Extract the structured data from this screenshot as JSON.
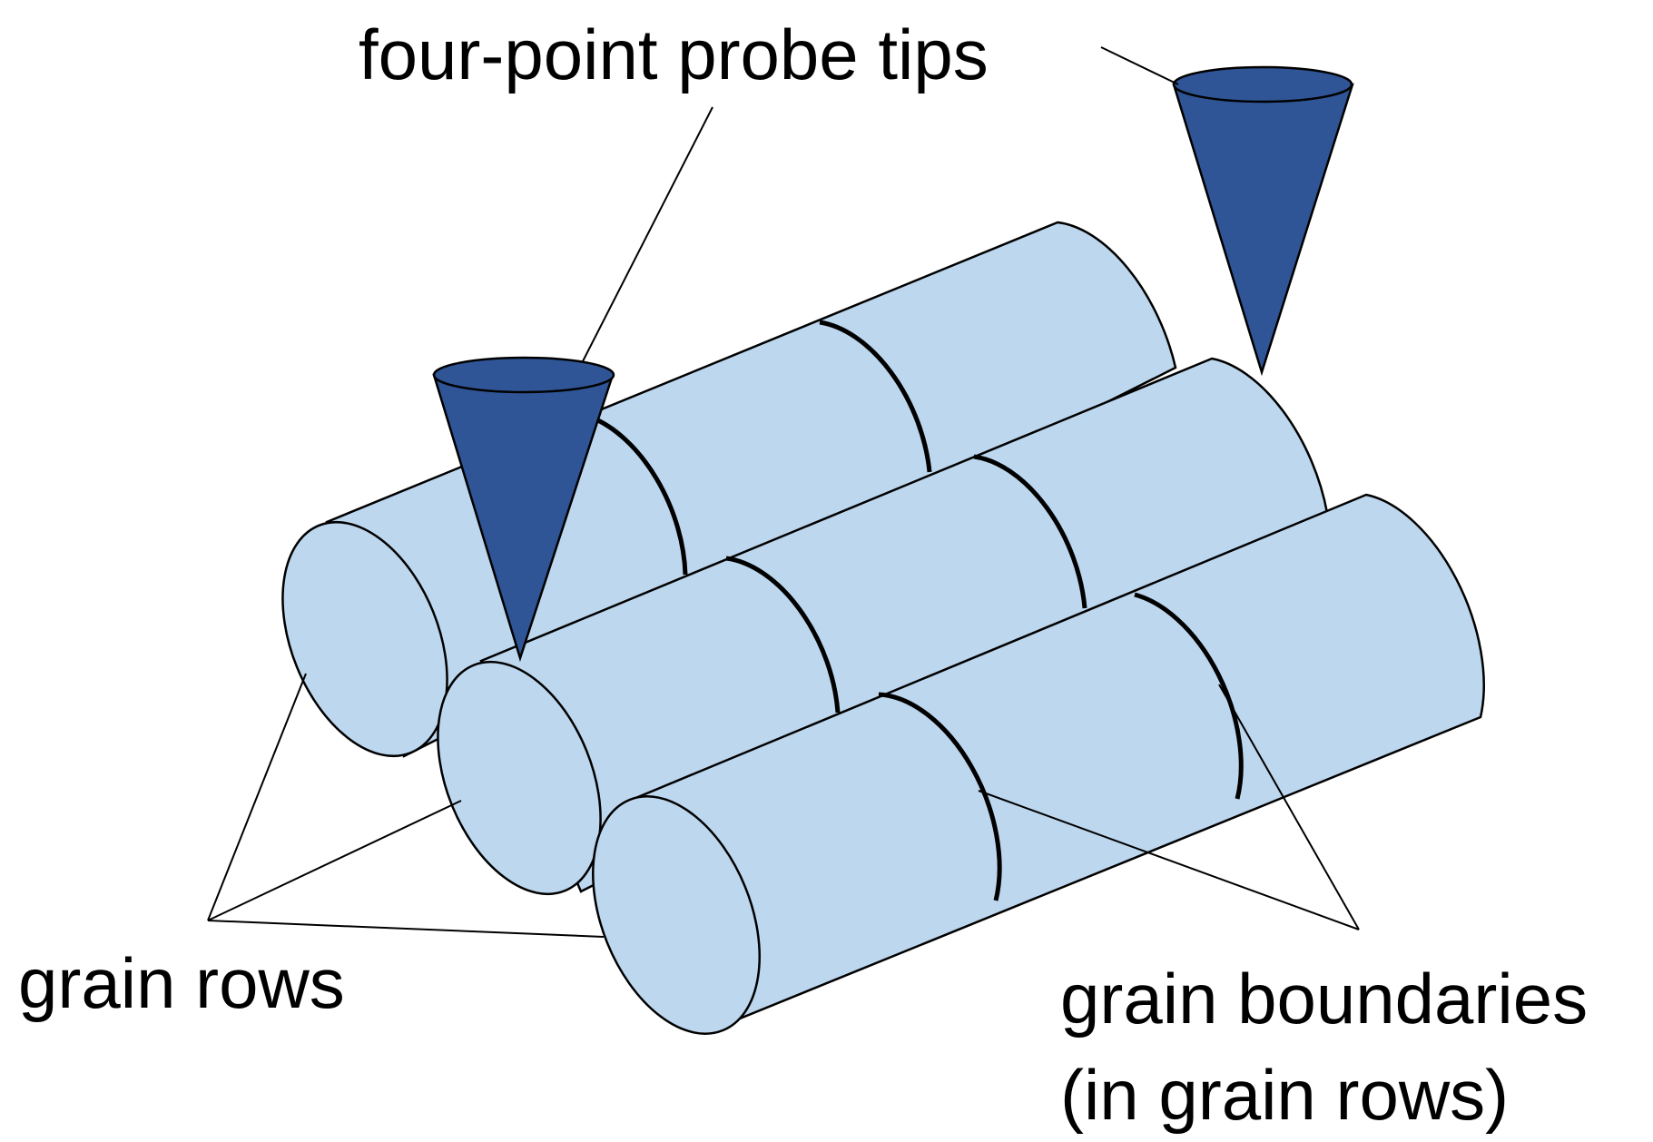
{
  "labels": {
    "probe_tips": "four-point probe tips",
    "grain_rows": "grain rows",
    "grain_boundaries_line1": "grain boundaries",
    "grain_boundaries_line2": "(in grain rows)"
  },
  "colors": {
    "grain_fill": "#bdd7ee",
    "probe_tip_fill": "#2f5597",
    "outline": "#000000",
    "background": "#ffffff"
  }
}
